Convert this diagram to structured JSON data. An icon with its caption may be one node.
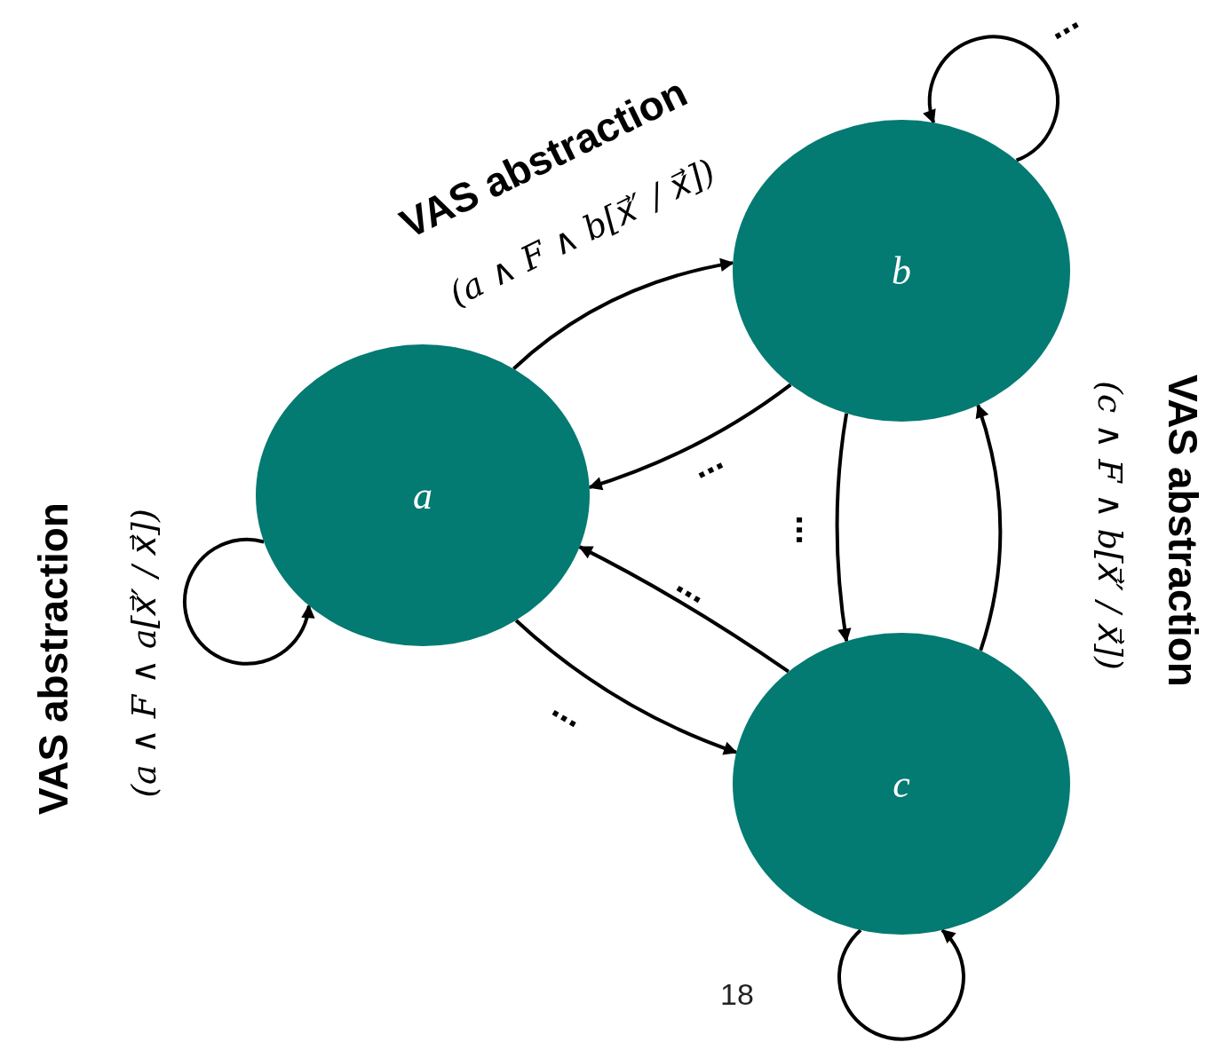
{
  "diagram": {
    "nodes": [
      {
        "text": [
          "a"
        ]
      },
      {
        "text": [
          "b"
        ]
      },
      {
        "text": [
          "c"
        ]
      }
    ],
    "edges": [
      {
        "from": 0,
        "to": 1,
        "arrow": "to"
      },
      {
        "from": 1,
        "to": 0,
        "arrow": "to",
        "label": "..."
      },
      {
        "from": 2,
        "to": 0,
        "arrow": "to",
        "label": "..."
      },
      {
        "from": 0,
        "to": 2,
        "arrow": "to",
        "label": "..."
      },
      {
        "from": 1,
        "to": 2,
        "arrow": "to",
        "label": "..."
      },
      {
        "from": 2,
        "to": 1,
        "arrow": "to"
      },
      {
        "from": 1,
        "to": 1,
        "arrow": "to",
        "label": "..."
      },
      {
        "from": 0,
        "to": 0,
        "arrow": "to"
      },
      {
        "from": 2,
        "to": 2,
        "arrow": "to"
      }
    ],
    "labels": [
      "VAS abstraction",
      "(a ∧ F ∧ b[x⃗′ / x⃗])",
      "VAS abstraction",
      "(a ∧ F ∧ a[x⃗′ / x⃗])",
      "VAS abstraction",
      "(c ∧ F ∧ b[x⃗′ / x⃗])",
      "18"
    ]
  }
}
